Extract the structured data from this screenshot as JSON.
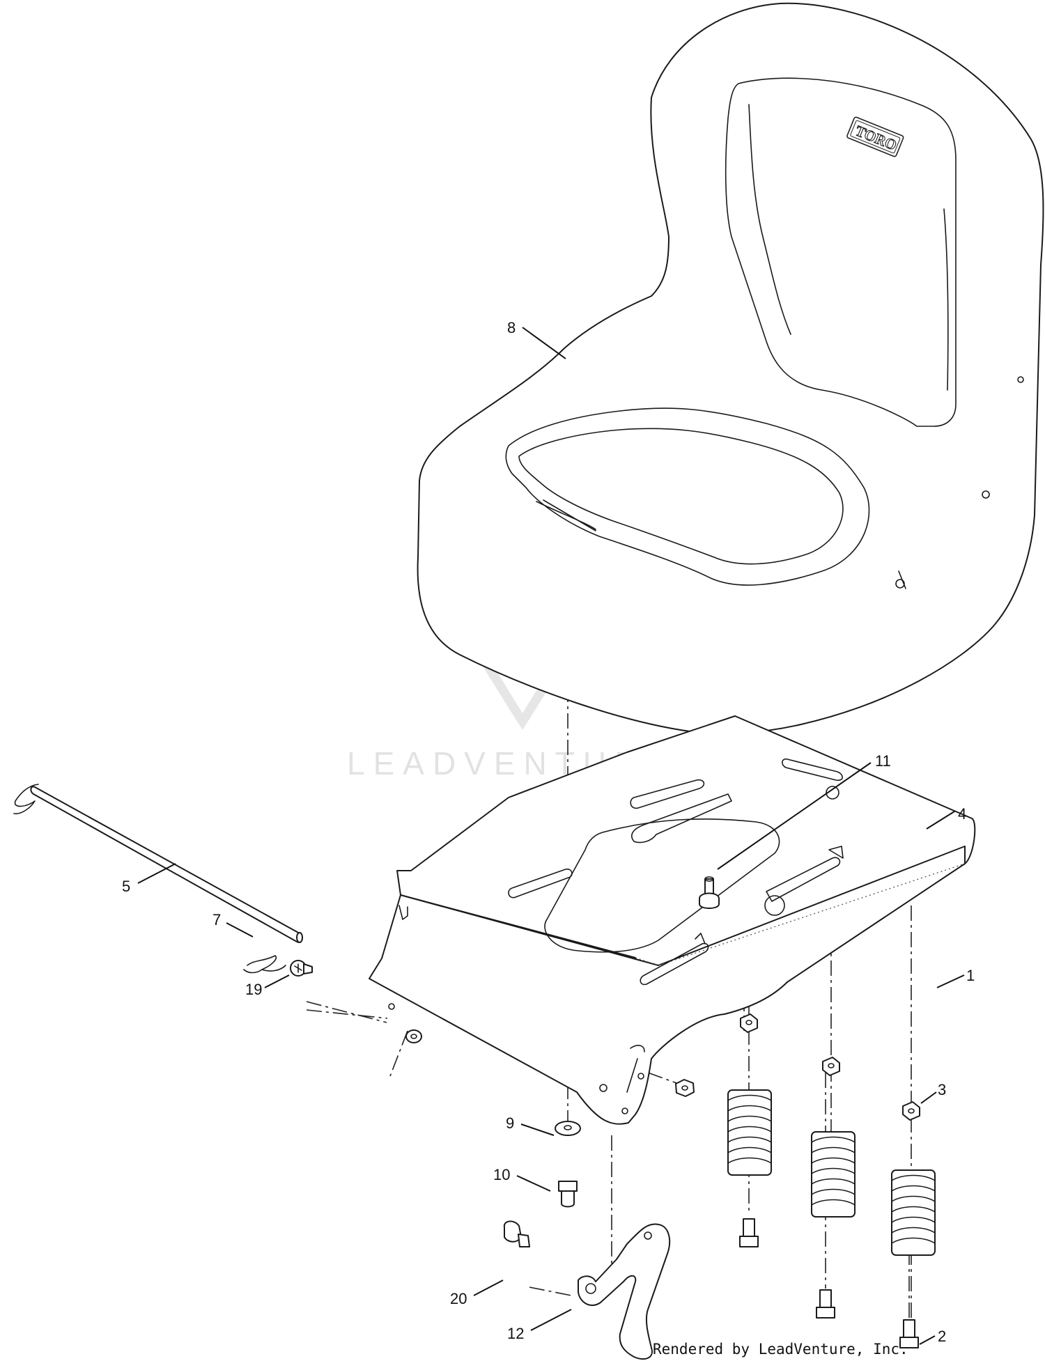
{
  "diagram": {
    "callouts": [
      "8",
      "11",
      "4",
      "5",
      "7",
      "19",
      "9",
      "10",
      "3",
      "1",
      "20",
      "12",
      "2"
    ],
    "seat_logo_text": "TORO",
    "watermark_text": "LEADVENTURE",
    "credit_text": "Rendered by LeadVenture, Inc."
  }
}
